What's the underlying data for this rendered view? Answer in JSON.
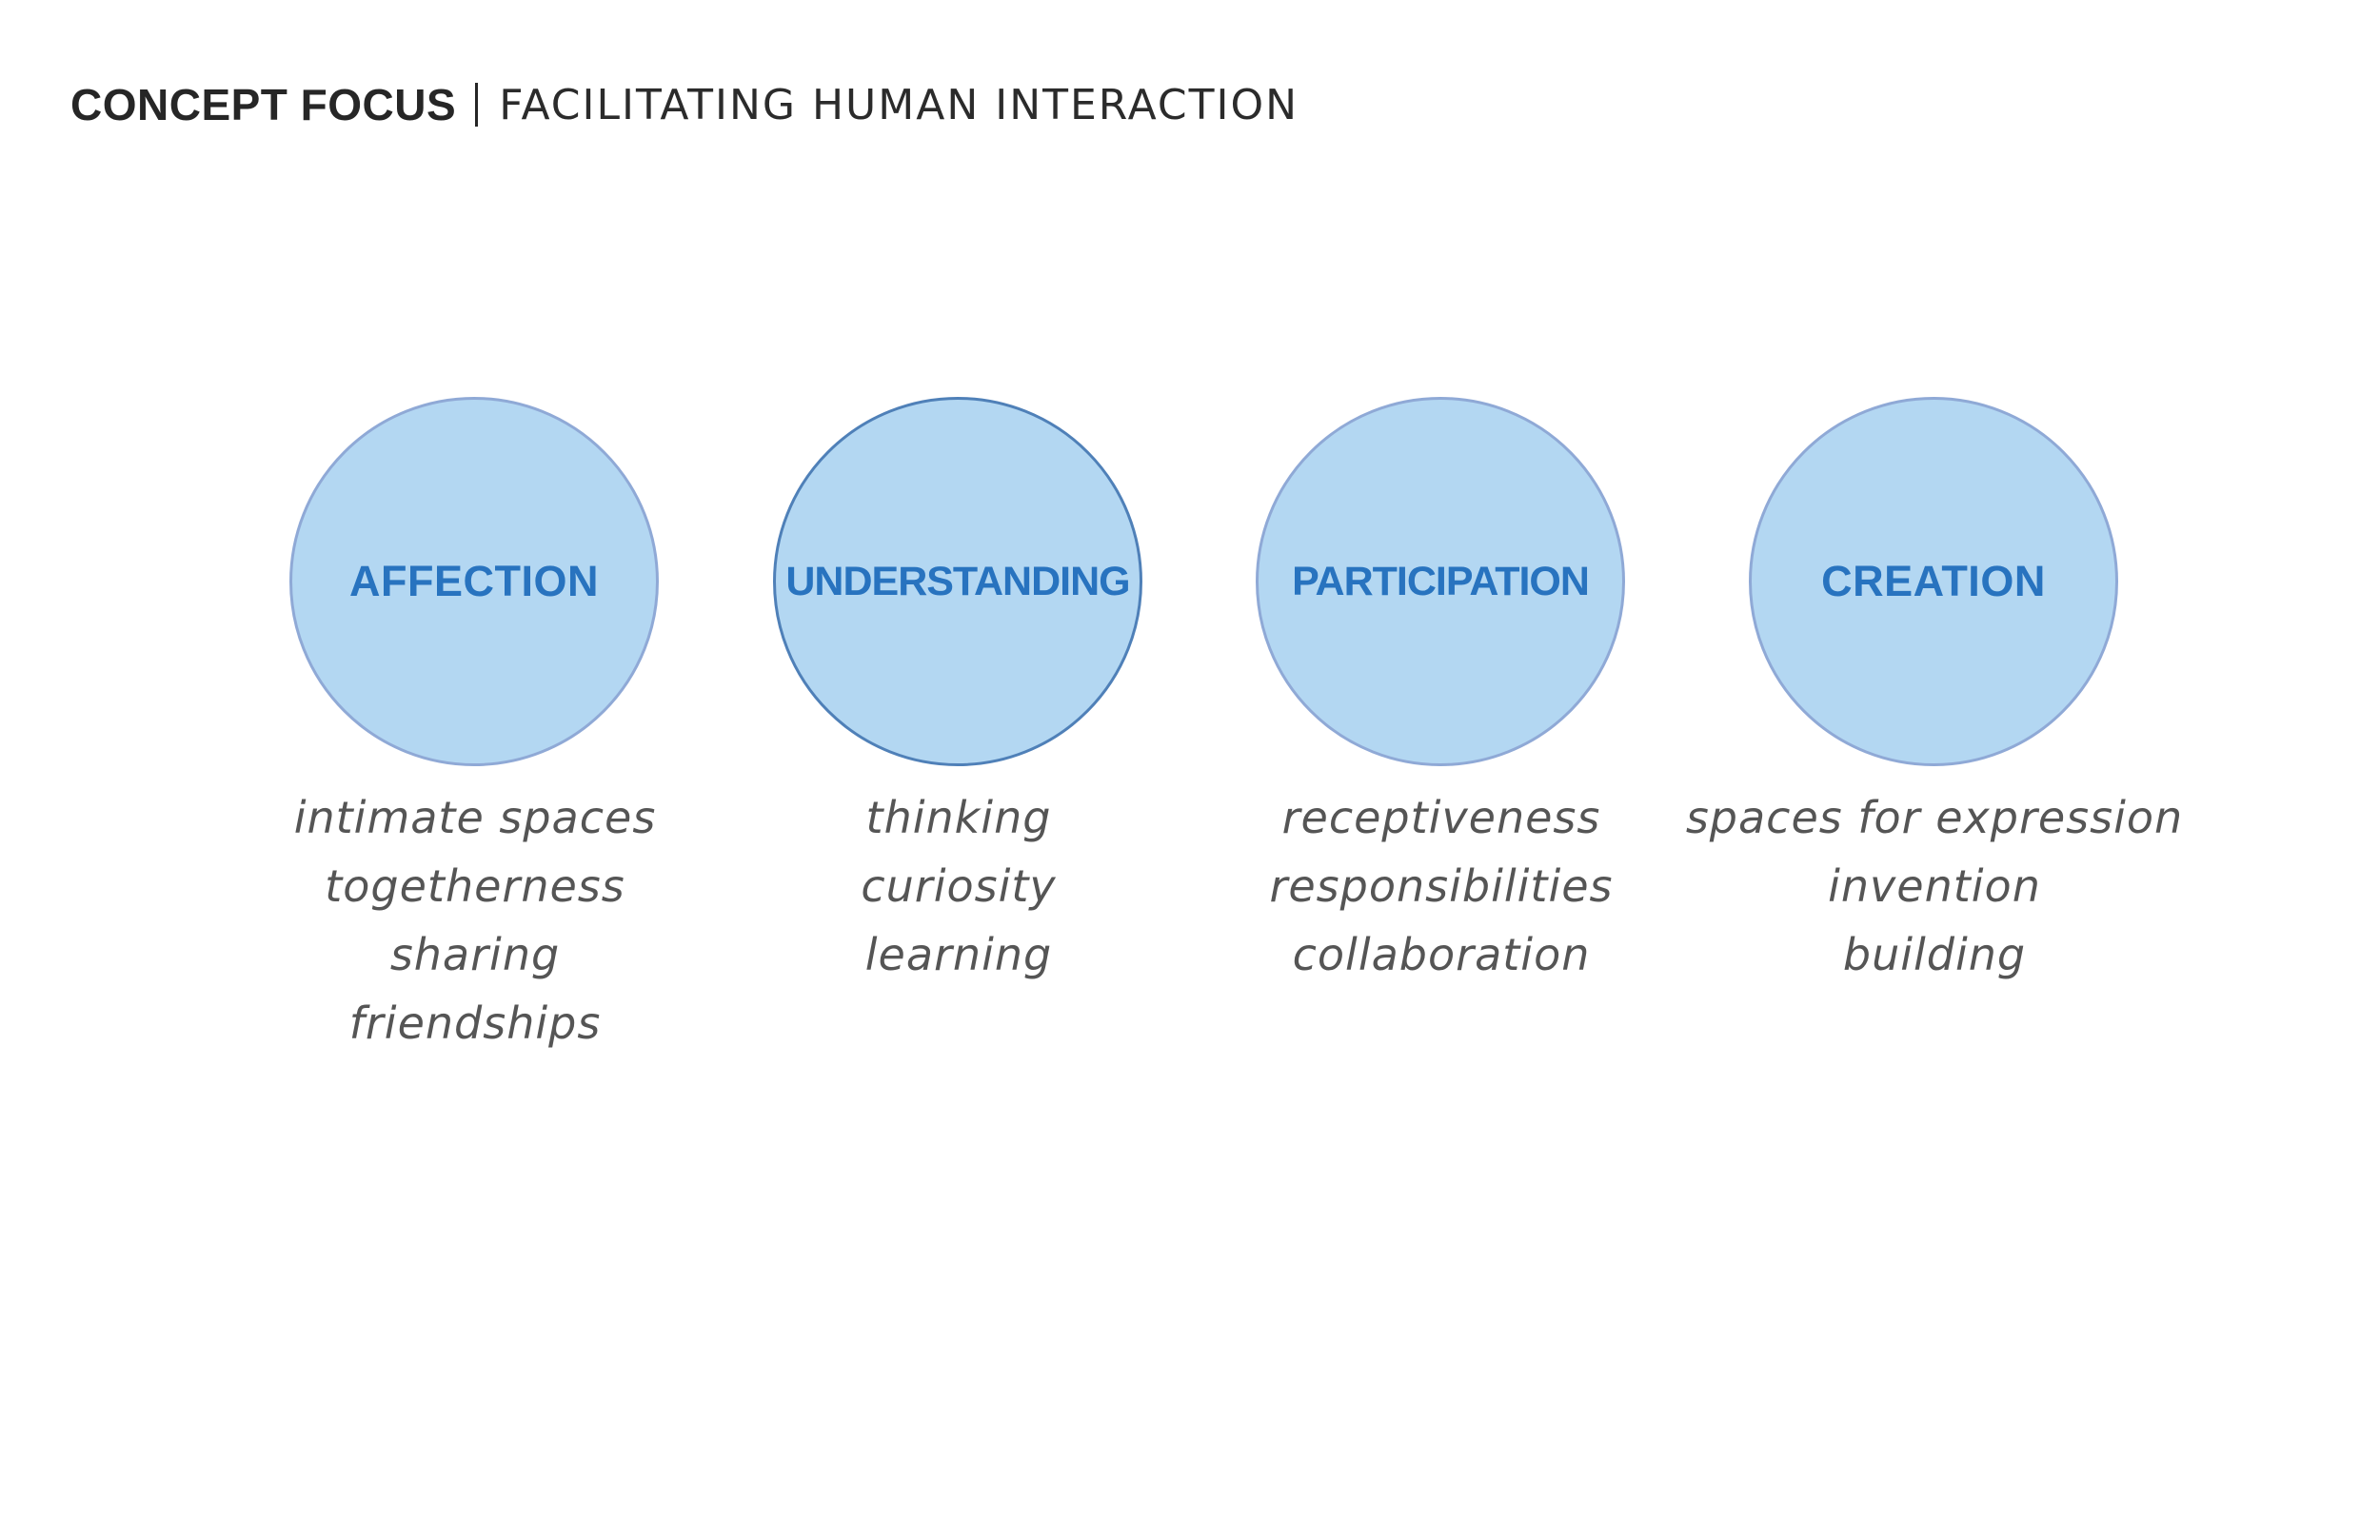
{
  "header": {
    "title": "CONCEPT FOCUS",
    "subtitle": "FACILITATING HUMAN INTERACTION"
  },
  "colors": {
    "circle_fill": "#b3d7f2",
    "circle_border": "#8fa9d6",
    "label_text": "#2873bf",
    "keyword_text": "#555555"
  },
  "concepts": [
    {
      "label": "AFFECTION",
      "keywords": [
        "intimate spaces",
        "togetherness",
        "sharing",
        "friendships"
      ]
    },
    {
      "label": "UNDERSTANDING",
      "keywords": [
        "thinking",
        "curiosity",
        "learning"
      ]
    },
    {
      "label": "PARTICIPATION",
      "keywords": [
        "receptiveness",
        "responsibilities",
        "collaboration"
      ]
    },
    {
      "label": "CREATION",
      "keywords": [
        "spaces for expression",
        "invention",
        "building"
      ]
    }
  ]
}
